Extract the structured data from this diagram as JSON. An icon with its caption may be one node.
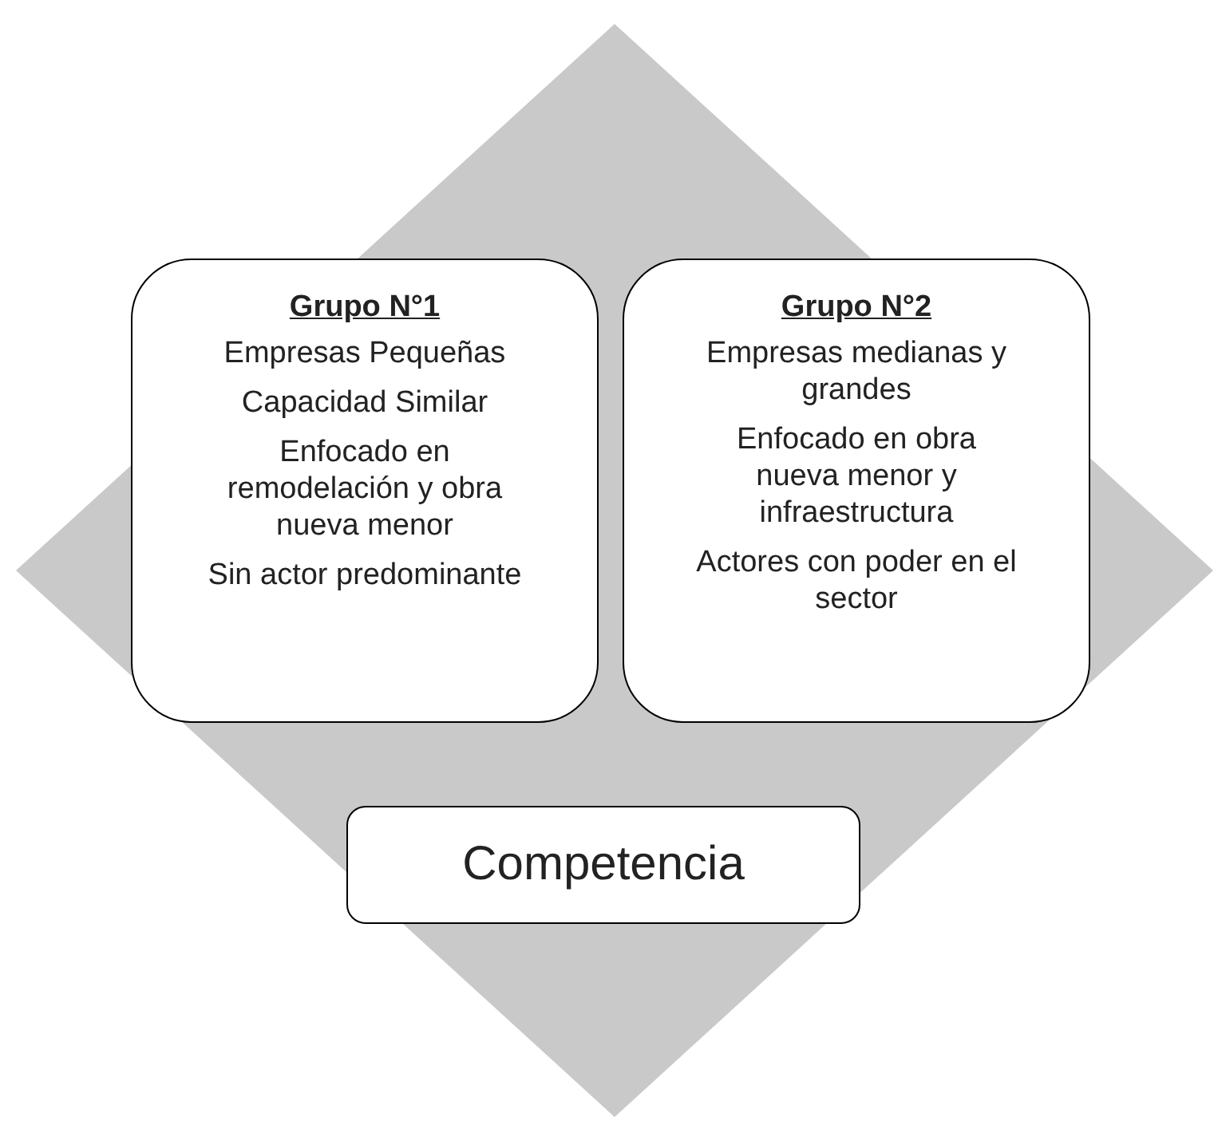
{
  "diagram": {
    "nodes": [
      {
        "text": [],
        "shape": "diamond"
      },
      {
        "text": [
          "Grupo N°1",
          "Empresas Pequeñas",
          "Capacidad Similar",
          "Enfocado en remodelación y obra nueva menor",
          "Sin actor predominante"
        ],
        "in": 0
      },
      {
        "text": [
          "Grupo N°2",
          "Empresas medianas y grandes",
          "Enfocado en obra nueva menor y infraestructura",
          "Actores con poder en el sector"
        ],
        "in": 0
      },
      {
        "text": [
          "Competencia"
        ],
        "in": 0
      }
    ]
  }
}
